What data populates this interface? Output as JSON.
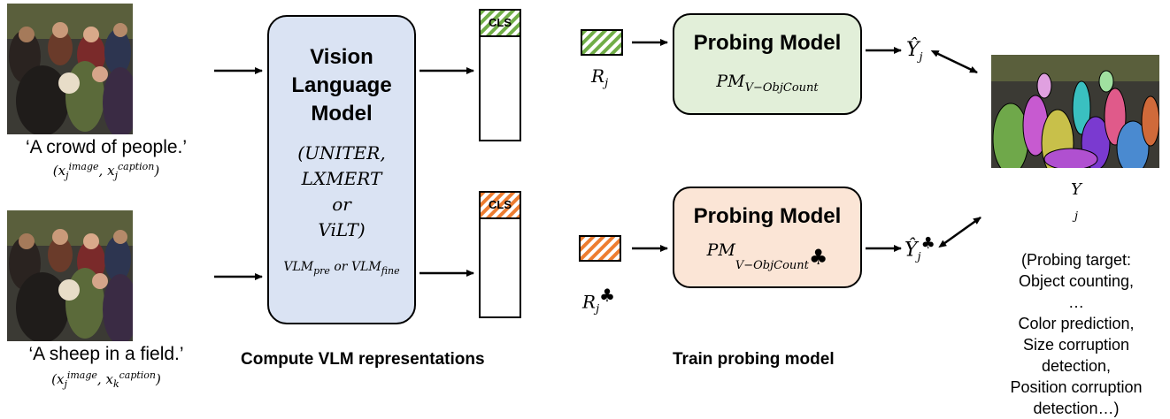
{
  "inputs": {
    "top_caption": "‘A crowd of people.’",
    "top_pair": {
      "x1_base": "x",
      "x1_sub": "j",
      "x1_sup": "image",
      "x2_base": "x",
      "x2_sub": "j",
      "x2_sup": "caption"
    },
    "bottom_caption": "‘A sheep in a field.’",
    "bottom_pair": {
      "x1_base": "x",
      "x1_sub": "j",
      "x1_sup": "image",
      "x2_base": "x",
      "x2_sub": "k",
      "x2_sup": "caption"
    }
  },
  "vlm": {
    "title_lines": [
      "Vision",
      "Language",
      "Model"
    ],
    "models_lines": [
      "(UNITER,",
      "LXMERT",
      "or",
      "ViLT)"
    ],
    "variant": {
      "a_base": "VLM",
      "a_sub": "pre",
      "or": " or ",
      "b_base": "VLM",
      "b_sub": "fine"
    }
  },
  "representations": {
    "cls_label": "CLS"
  },
  "probing": {
    "top": {
      "title": "Probing Model",
      "sub_base": "PM",
      "sub_sub": "V−ObjCount",
      "input_base": "R",
      "input_sub": "j",
      "output_base": "Ŷ",
      "output_sub": "j"
    },
    "bottom": {
      "title": "Probing Model",
      "sub_base": "PM",
      "sub_sub": "V−ObjCount",
      "suit": "♣",
      "input_base": "R",
      "input_sub": "j",
      "output_base": "Ŷ",
      "output_sub": "j"
    }
  },
  "target": {
    "label_base": "Y",
    "label_sub": "j",
    "lines": [
      "(Probing target:",
      "Object counting,",
      "…",
      "Color prediction,",
      "Size corruption",
      "detection,",
      "Position corruption",
      "detection…)"
    ]
  },
  "sections": {
    "compute": "Compute VLM representations",
    "train": "Train probing model"
  },
  "colors": {
    "vlm_fill": "#dae3f3",
    "pm_top_fill": "#e2efd9",
    "pm_bottom_fill": "#fbe5d6",
    "green_hatch": "#70ad47",
    "orange_hatch": "#ed7d31"
  }
}
